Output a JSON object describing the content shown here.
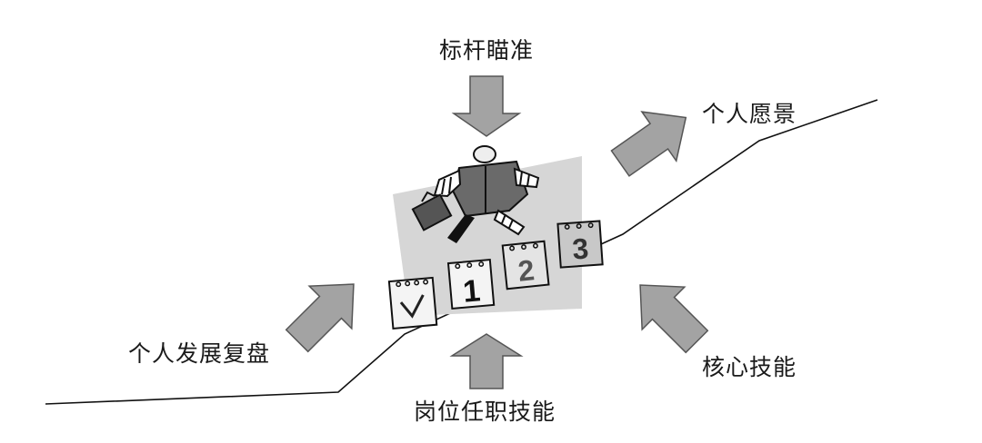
{
  "labels": {
    "top": "标杆瞄准",
    "upper_right": "个人愿景",
    "left": "个人发展复盘",
    "bottom": "岗位任职技能",
    "lower_right": "核心技能"
  },
  "calendar_pages": [
    "1",
    "2",
    "3"
  ],
  "colors": {
    "arrow_fill": "#a3a3a3",
    "arrow_stroke": "#555555",
    "backdrop": "#d6d6d6",
    "line": "#111111"
  }
}
